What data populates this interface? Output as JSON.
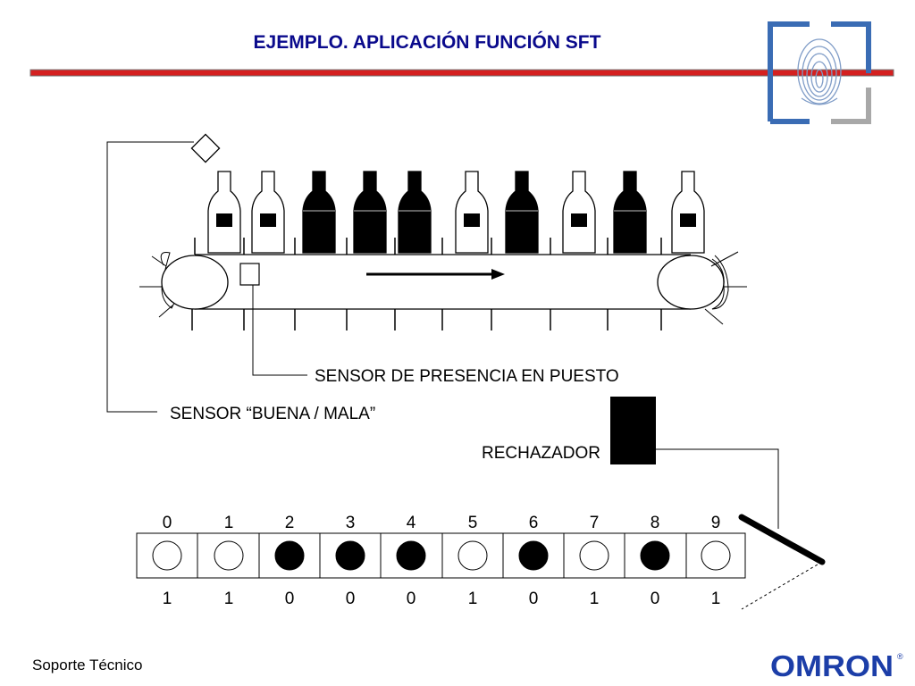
{
  "title": "EJEMPLO. APLICACIÓN FUNCIÓN SFT",
  "labels": {
    "presence_sensor": "SENSOR DE PRESENCIA EN PUESTO",
    "good_bad_sensor": "SENSOR “BUENA / MALA”",
    "rejector": "RECHAZADOR"
  },
  "conveyor_bottles": [
    "good",
    "good",
    "bad",
    "bad",
    "bad",
    "good",
    "bad",
    "good",
    "bad",
    "good"
  ],
  "register": {
    "positions": [
      "0",
      "1",
      "2",
      "3",
      "4",
      "5",
      "6",
      "7",
      "8",
      "9"
    ],
    "values": [
      "1",
      "1",
      "0",
      "0",
      "0",
      "1",
      "0",
      "1",
      "0",
      "1"
    ]
  },
  "footer": "Soporte Técnico",
  "logo": {
    "text": "OMRON",
    "mark": "®",
    "emblem": "fingerprint-icon"
  },
  "colors": {
    "title": "#0a0a8c",
    "accent_bar": "#d42020",
    "logo": "#1c3ea8",
    "emblem_blue": "#3a6cb4",
    "emblem_grey": "#a8a8a8",
    "good_item": "#ffffff",
    "bad_item": "#000000"
  }
}
